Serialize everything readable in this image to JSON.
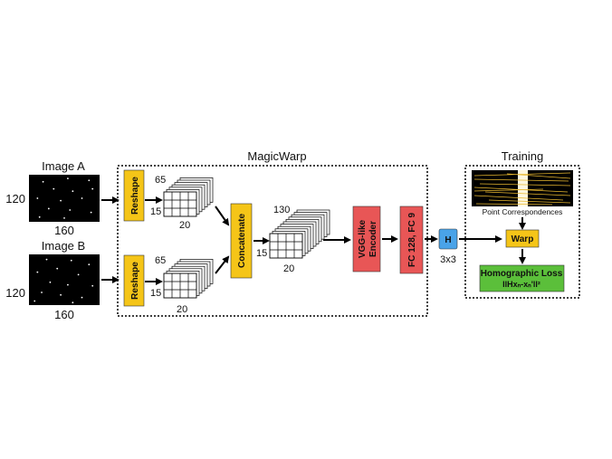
{
  "image_a": {
    "title": "Image A",
    "height_label": "120",
    "width_label": "160"
  },
  "image_b": {
    "title": "Image B",
    "height_label": "120",
    "width_label": "160"
  },
  "magicwarp": {
    "title": "MagicWarp"
  },
  "reshape_a": {
    "label": "Reshape"
  },
  "reshape_b": {
    "label": "Reshape"
  },
  "tensor_a": {
    "depth": "65",
    "height": "15",
    "width": "20"
  },
  "tensor_b": {
    "depth": "65",
    "height": "15",
    "width": "20"
  },
  "concatenate": {
    "label": "Concatenate"
  },
  "tensor_c": {
    "depth": "130",
    "height": "15",
    "width": "20"
  },
  "encoder": {
    "line1": "VGG-like",
    "line2": "Encoder"
  },
  "fc": {
    "label": "FC 128, FC 9"
  },
  "homography": {
    "label": "H",
    "size": "3x3"
  },
  "training": {
    "title": "Training",
    "correspondences_label": "Point Correspondences",
    "warp_label": "Warp",
    "loss_line1": "Homographic Loss",
    "loss_line2": "llHxₙ-xₙ'll²"
  },
  "colors": {
    "yellow": "#f5c518",
    "red": "#e85656",
    "blue": "#4aa3e8",
    "green": "#5bbf3a"
  }
}
